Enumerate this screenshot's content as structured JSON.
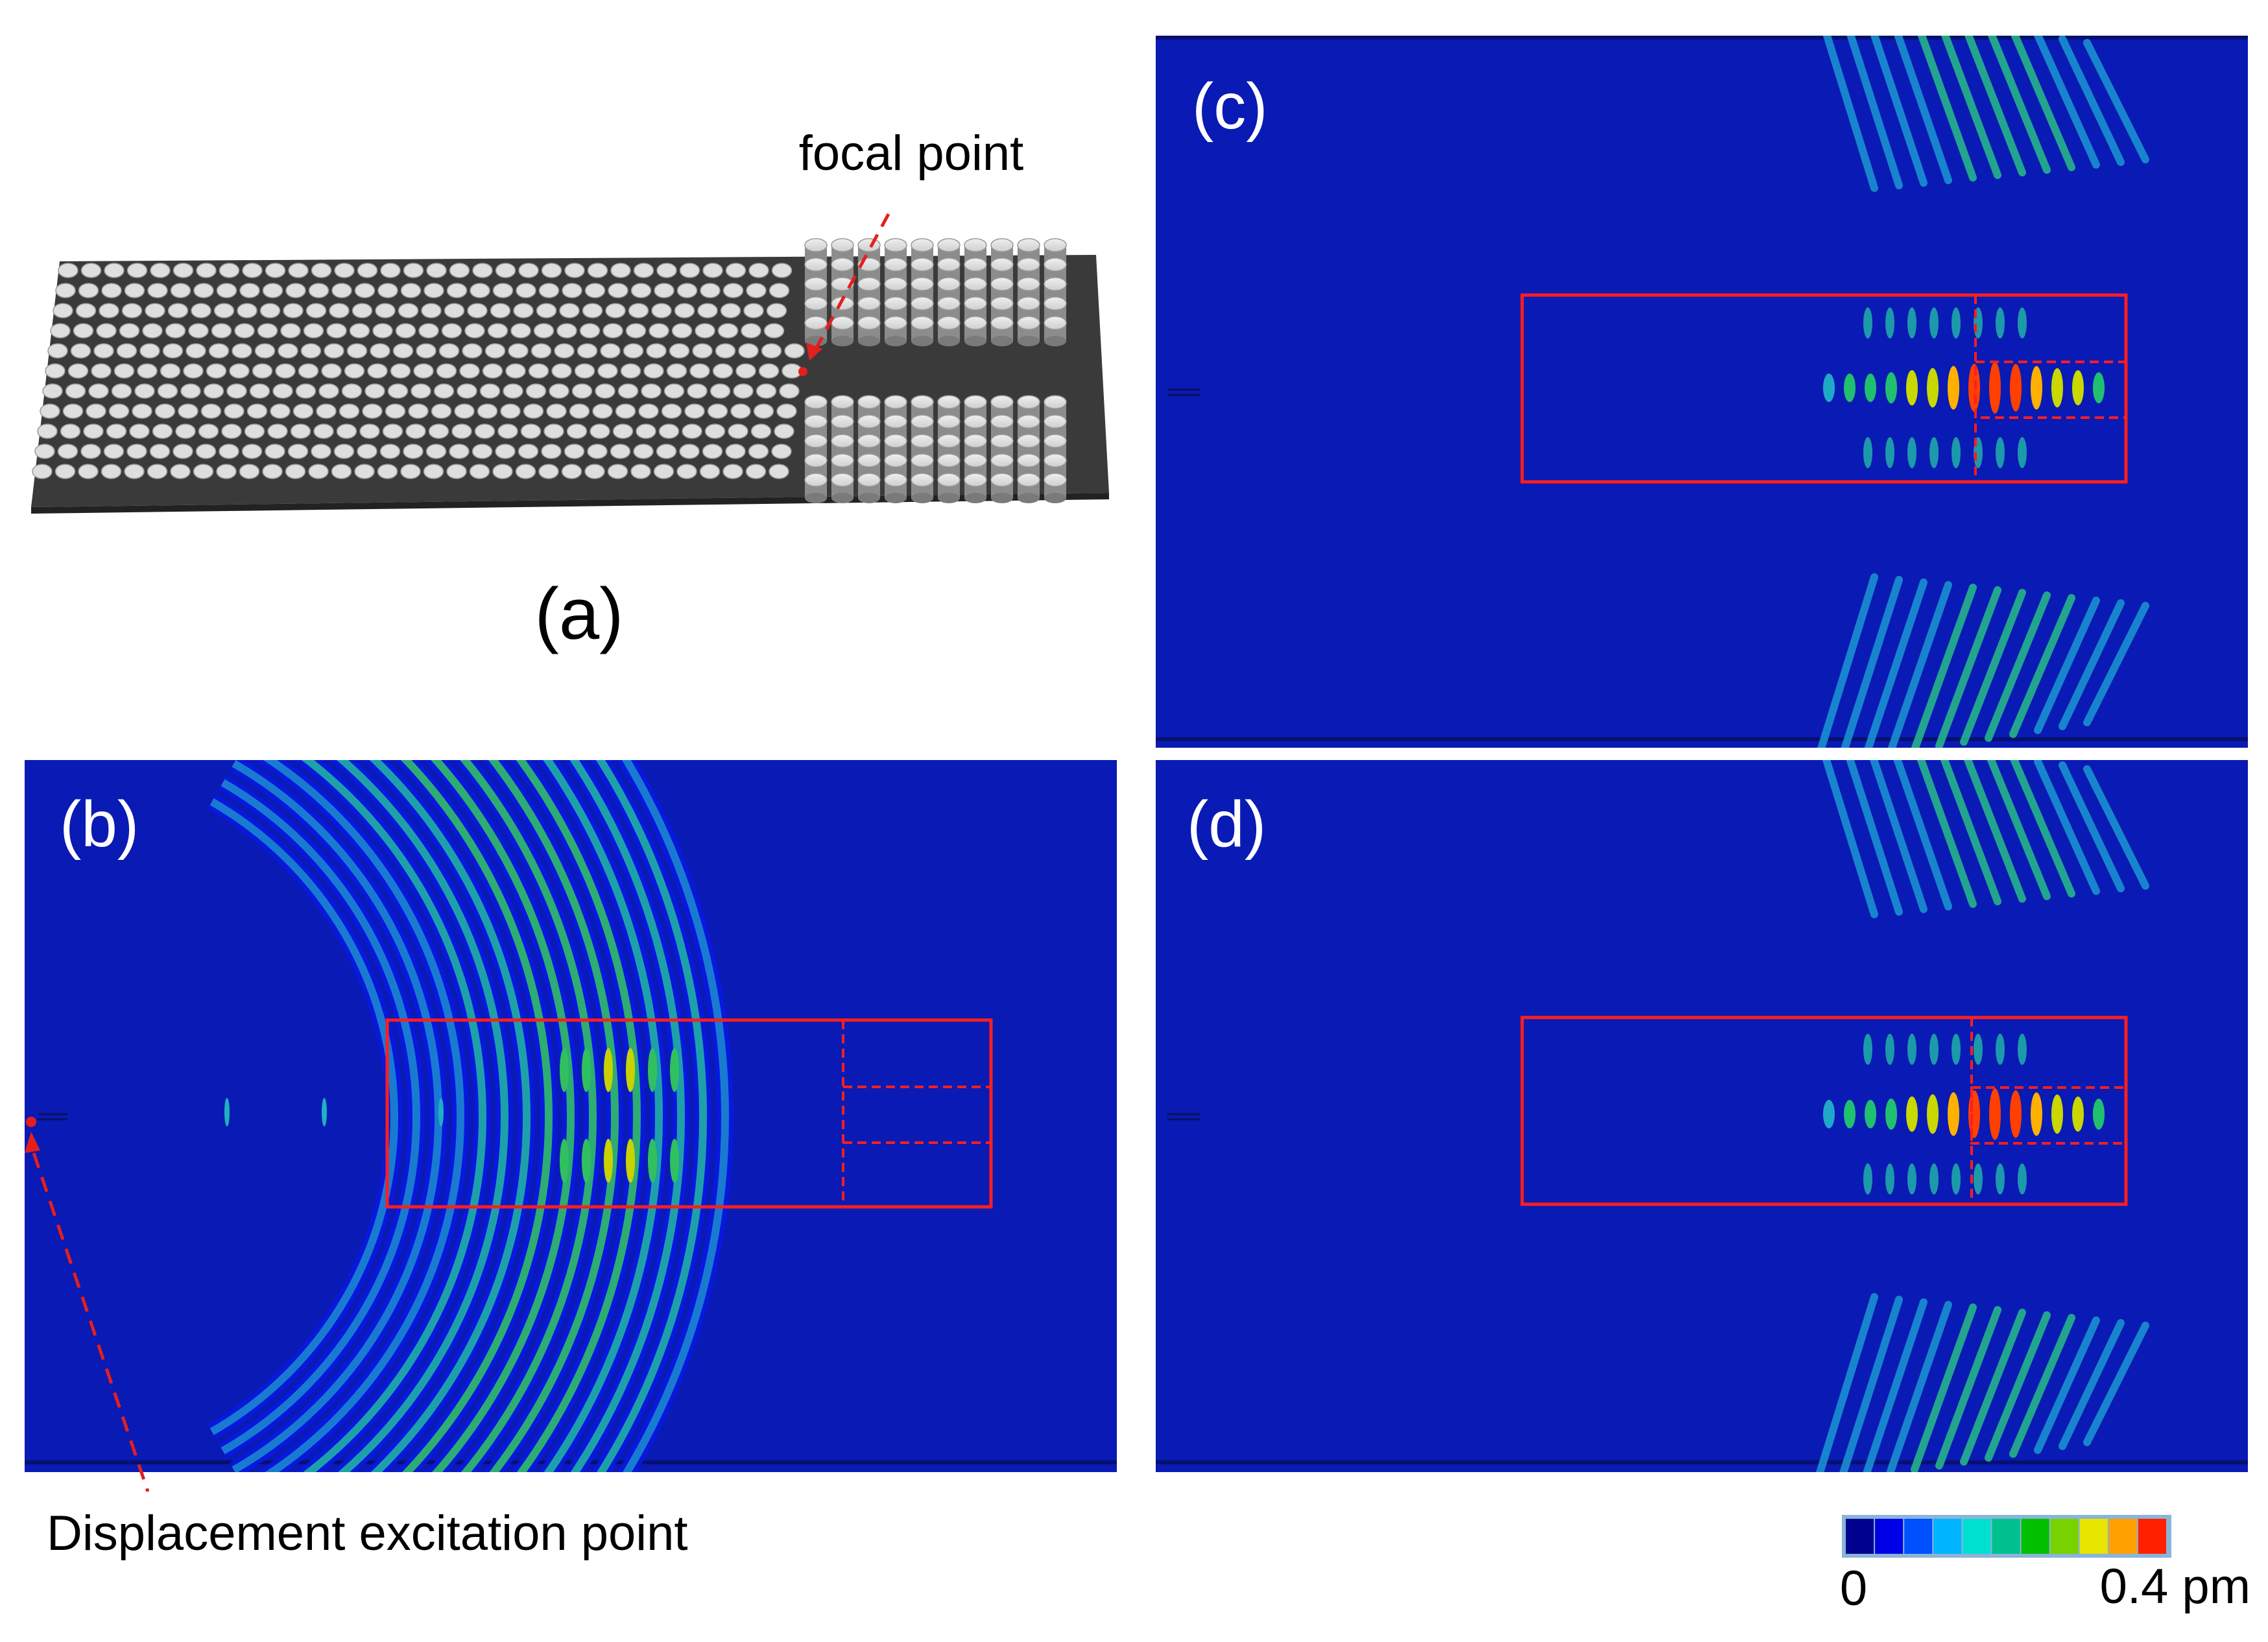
{
  "panels": {
    "a": {
      "label": "(a)",
      "annotation": "focal point"
    },
    "b": {
      "label": "(b)",
      "annotation": "Displacement excitation point"
    },
    "c": {
      "label": "(c)"
    },
    "d": {
      "label": "(d)"
    }
  },
  "colorbar": {
    "min_label": "0",
    "max_label": "0.4 pm",
    "colors": [
      "#00008f",
      "#0000e6",
      "#0050ff",
      "#00b4ff",
      "#00e0d0",
      "#00c090",
      "#00c000",
      "#78d200",
      "#e6e600",
      "#ffa000",
      "#ff2000"
    ]
  },
  "colors": {
    "field_background": "#0a1ab4",
    "annotation": "#e61e1e",
    "plate": "#3a3a3a",
    "pillar": "#d9d9d9"
  }
}
